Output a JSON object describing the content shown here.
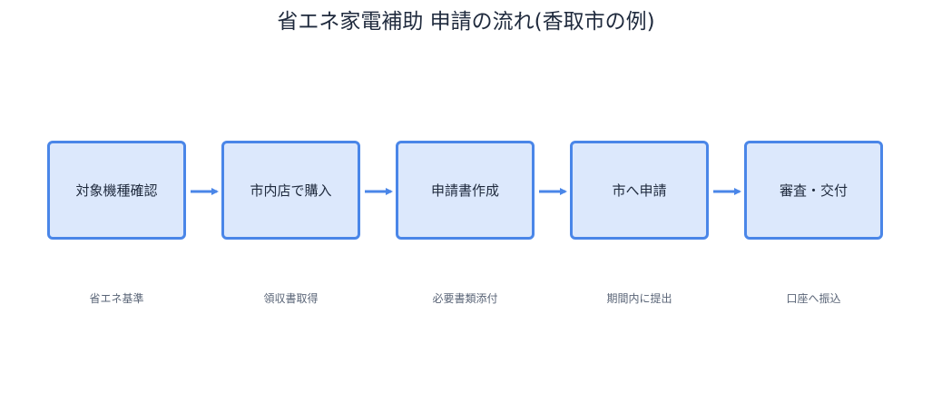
{
  "title": "省エネ家電補助 申請の流れ(香取市の例)",
  "colors": {
    "box_border": "#4a86e8",
    "box_fill": "#dce8fc",
    "arrow": "#4a86e8",
    "title_text": "#1f2a3d",
    "sub_text": "#5a6577"
  },
  "steps": [
    {
      "label": "対象機種確認",
      "sub": "省エネ基準"
    },
    {
      "label": "市内店で購入",
      "sub": "領収書取得"
    },
    {
      "label": "申請書作成",
      "sub": "必要書類添付"
    },
    {
      "label": "市へ申請",
      "sub": "期間内に提出"
    },
    {
      "label": "審査・交付",
      "sub": "口座へ振込"
    }
  ]
}
